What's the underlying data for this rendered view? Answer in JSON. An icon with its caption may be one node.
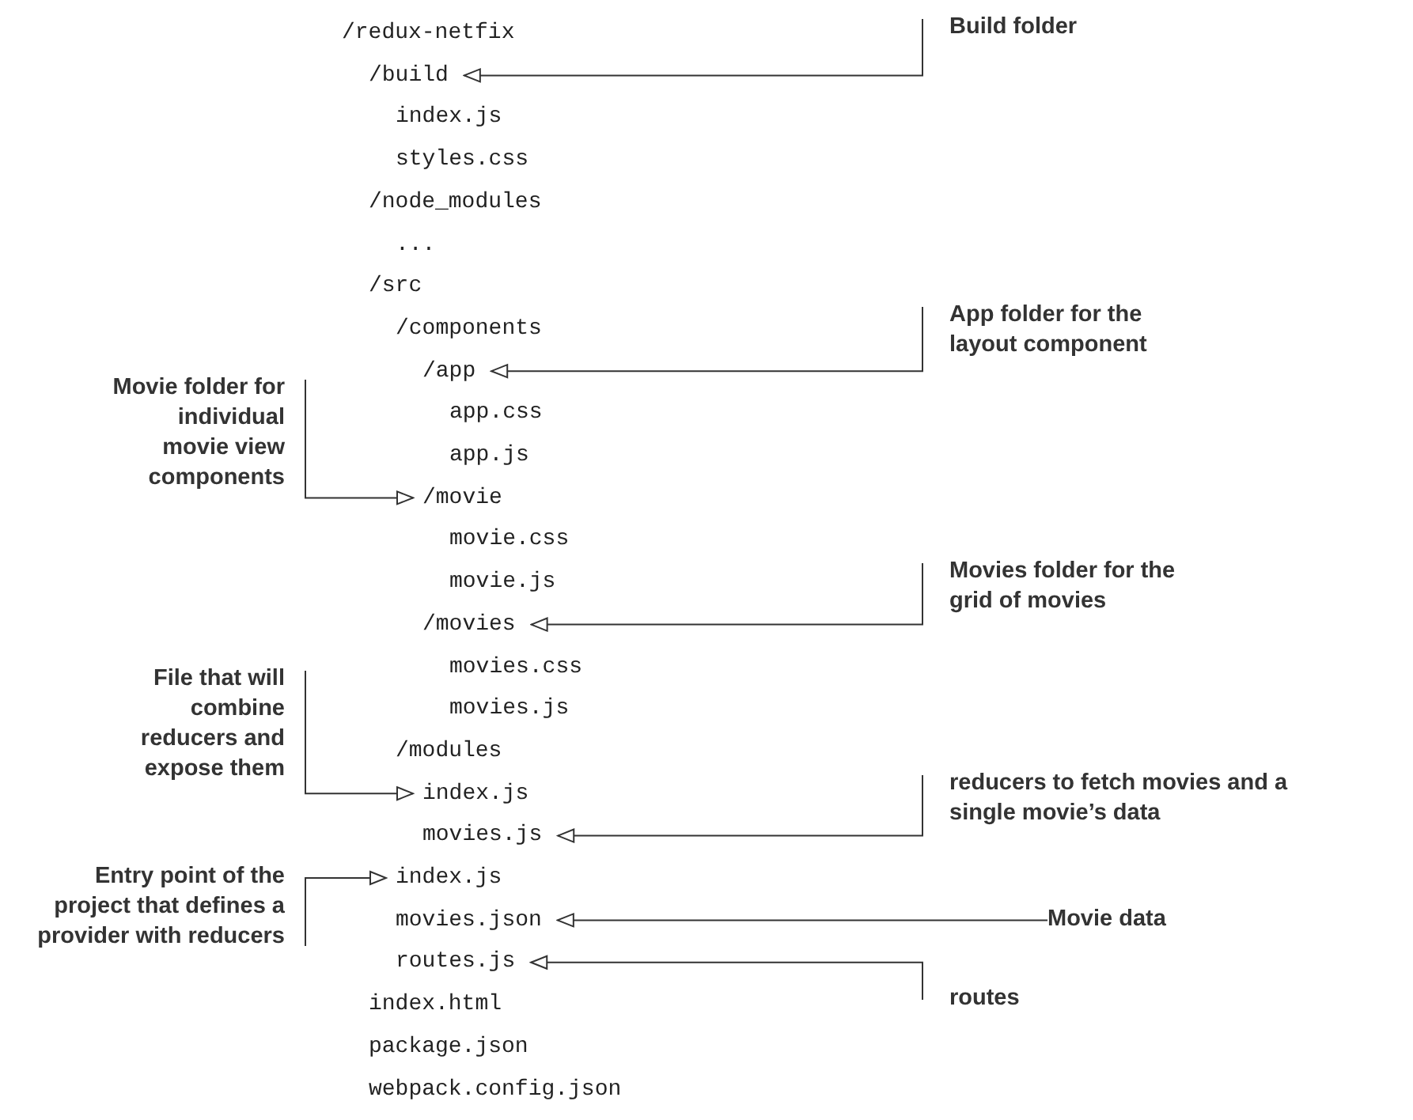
{
  "diagram": {
    "nodes": [
      {
        "text": [
          "/redux-netfix"
        ]
      },
      {
        "text": [
          "/build"
        ]
      },
      {
        "text": [
          "index.js"
        ]
      },
      {
        "text": [
          "styles.css"
        ]
      },
      {
        "text": [
          "/node_modules"
        ]
      },
      {
        "text": [
          "..."
        ]
      },
      {
        "text": [
          "/src"
        ]
      },
      {
        "text": [
          "/components"
        ]
      },
      {
        "text": [
          "/app"
        ]
      },
      {
        "text": [
          "app.css"
        ]
      },
      {
        "text": [
          "app.js"
        ]
      },
      {
        "text": [
          "/movie"
        ]
      },
      {
        "text": [
          "movie.css"
        ]
      },
      {
        "text": [
          "movie.js"
        ]
      },
      {
        "text": [
          "/movies"
        ]
      },
      {
        "text": [
          "movies.css"
        ]
      },
      {
        "text": [
          "movies.js"
        ]
      },
      {
        "text": [
          "/modules"
        ]
      },
      {
        "text": [
          "index.js"
        ]
      },
      {
        "text": [
          "movies.js"
        ]
      },
      {
        "text": [
          "index.js"
        ]
      },
      {
        "text": [
          "movies.json"
        ]
      },
      {
        "text": [
          "routes.js"
        ]
      },
      {
        "text": [
          "index.html"
        ]
      },
      {
        "text": [
          "package.json"
        ]
      },
      {
        "text": [
          "webpack.config.json"
        ]
      },
      {
        "text": [
          "Build folder"
        ]
      },
      {
        "text": [
          "App folder for the layout component"
        ]
      },
      {
        "text": [
          "Movie folder for individual movie view components"
        ]
      },
      {
        "text": [
          "Movies folder for the grid of movies"
        ]
      },
      {
        "text": [
          "File that will combine reducers and expose them"
        ]
      },
      {
        "text": [
          "reducers to fetch movies and a single movie’s data"
        ]
      },
      {
        "text": [
          "Entry point of the project that defines a provider with reducers"
        ]
      },
      {
        "text": [
          "Movie data"
        ]
      },
      {
        "text": [
          "routes"
        ]
      }
    ],
    "edges": [
      {
        "from": 26,
        "to": 1,
        "arrow": "to"
      },
      {
        "from": 27,
        "to": 8,
        "arrow": "to"
      },
      {
        "from": 28,
        "to": 11,
        "arrow": "to"
      },
      {
        "from": 29,
        "to": 14,
        "arrow": "to"
      },
      {
        "from": 30,
        "to": 18,
        "arrow": "to"
      },
      {
        "from": 31,
        "to": 19,
        "arrow": "to"
      },
      {
        "from": 32,
        "to": 20,
        "arrow": "to"
      },
      {
        "from": 33,
        "to": 21,
        "arrow": "to"
      },
      {
        "from": 34,
        "to": 22,
        "arrow": "to"
      }
    ]
  }
}
